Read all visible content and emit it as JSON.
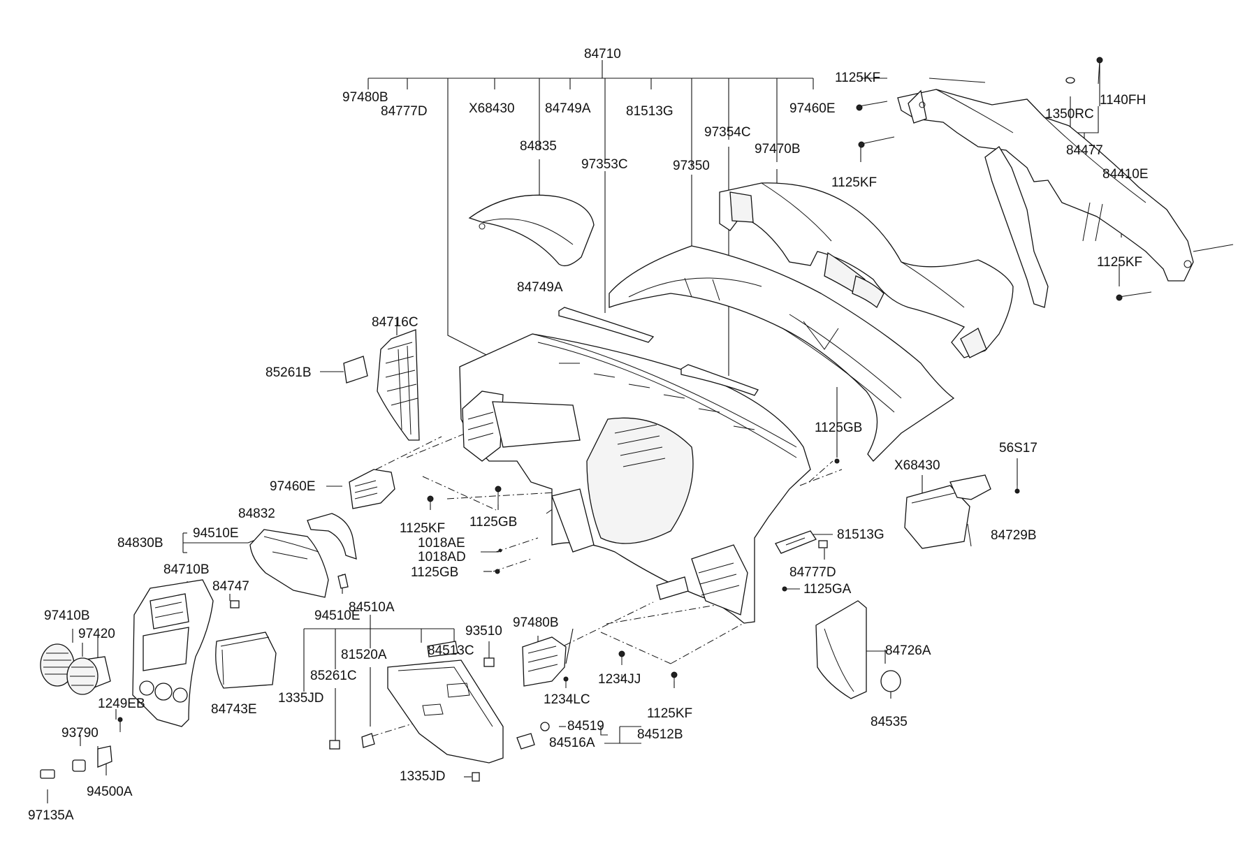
{
  "labels": {
    "l84710": "84710",
    "l97480B_top": "97480B",
    "l84777D_top": "84777D",
    "lX68430_top": "X68430",
    "l84749A_top": "84749A",
    "l81513G_top": "81513G",
    "l97460E_top": "97460E",
    "l84835": "84835",
    "l97353C": "97353C",
    "l97354C": "97354C",
    "l97350": "97350",
    "l97470B": "97470B",
    "l1125KF_a": "1125KF",
    "l1125KF_b": "1125KF",
    "l1140FH": "1140FH",
    "l1350RC": "1350RC",
    "l84477": "84477",
    "l84410E": "84410E",
    "l1125KF_c": "1125KF",
    "l84749A_mid": "84749A",
    "l84716C": "84716C",
    "l85261B": "85261B",
    "l1125GB_right": "1125GB",
    "l56S17": "56S17",
    "lX68430_right": "X68430",
    "l97460E_mid": "97460E",
    "l84832": "84832",
    "l1125KF_d": "1125KF",
    "l1125GB_mid": "1125GB",
    "l84830B": "84830B",
    "l94510E_a": "94510E",
    "l1018AE": "1018AE",
    "l1018AD": "1018AD",
    "l1125GB_low": "1125GB",
    "l81513G_right": "81513G",
    "l84729B": "84729B",
    "l84777D_right": "84777D",
    "l84710B": "84710B",
    "l84747": "84747",
    "l1125GA": "1125GA",
    "l94510E_b": "94510E",
    "l84510A": "84510A",
    "l97410B": "97410B",
    "l97420": "97420",
    "l93510": "93510",
    "l97480B_low": "97480B",
    "l81520A": "81520A",
    "l84513C": "84513C",
    "l84726A": "84726A",
    "l85261C": "85261C",
    "l1234JJ": "1234JJ",
    "l1335JD_a": "1335JD",
    "l1234LC": "1234LC",
    "l1249EB": "1249EB",
    "l84743E": "84743E",
    "l1125KF_e": "1125KF",
    "l84535": "84535",
    "l84519": "84519",
    "l84512B": "84512B",
    "l93790": "93790",
    "l84516A": "84516A",
    "l1335JD_b": "1335JD",
    "l94500A": "94500A",
    "l97135A": "97135A"
  }
}
